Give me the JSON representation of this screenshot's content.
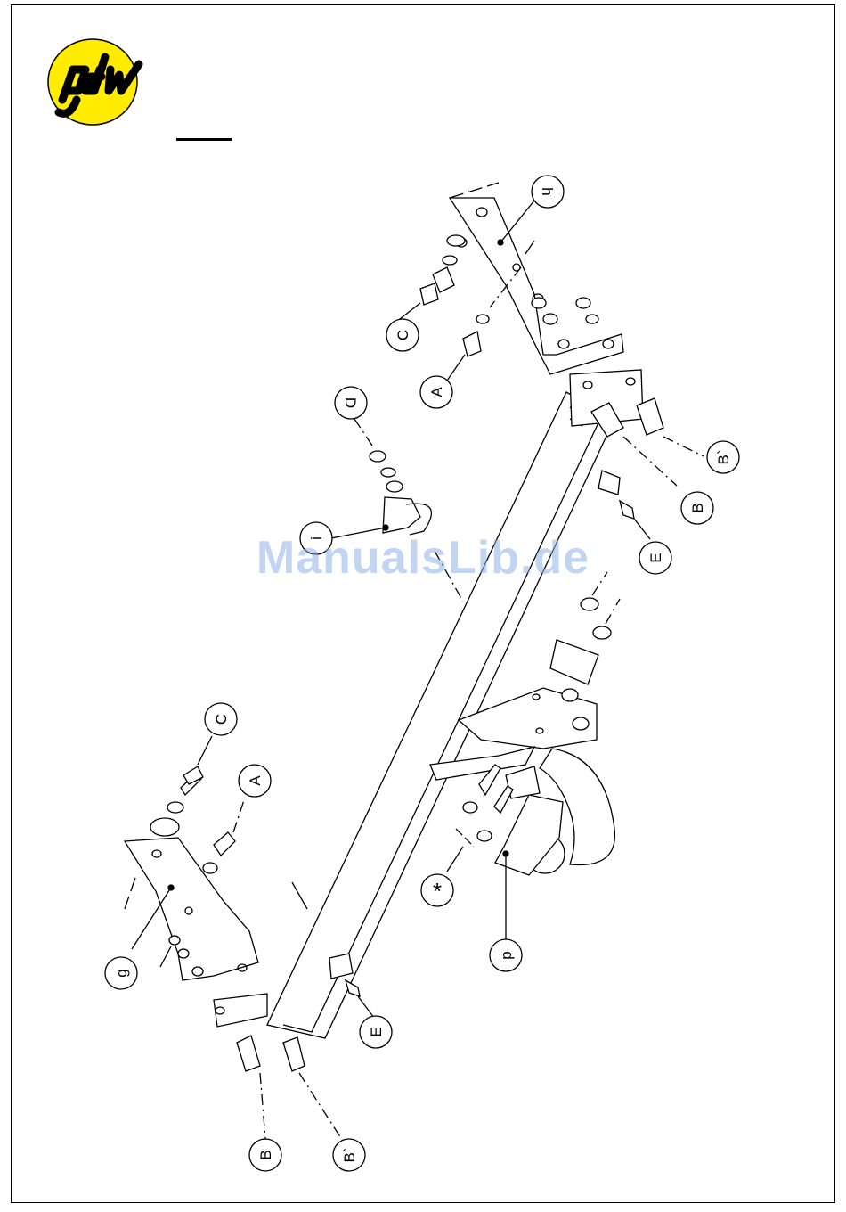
{
  "logo": {
    "text": "gdw",
    "circle_color": "#ffec00",
    "text_color": "#000000"
  },
  "watermark": {
    "text": "ManualsLib.de",
    "color": "#8fb3e8"
  },
  "callouts": {
    "h": "h",
    "C_top": "C",
    "A_top": "A",
    "D": "D",
    "B_prime_top": "B`",
    "B_top": "B",
    "E_top": "E",
    "i": "i",
    "C_left": "C",
    "A_left": "A",
    "g": "g",
    "E_bottom": "E",
    "star": "*",
    "p": "p",
    "B_bottom": "B",
    "B_prime_bottom": "B`"
  }
}
